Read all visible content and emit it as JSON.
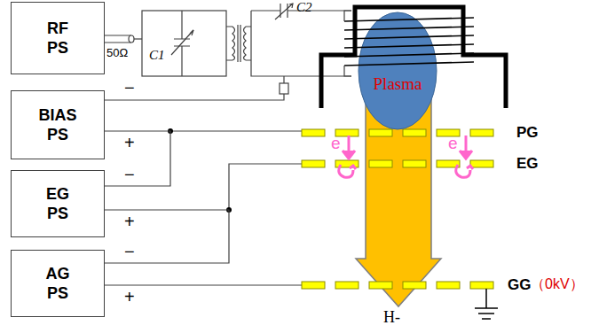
{
  "diagram": {
    "nodes": [
      {
        "text": [
          "RF PS"
        ]
      },
      {
        "text": [
          "BIAS PS"
        ]
      },
      {
        "text": [
          "EG PS"
        ]
      },
      {
        "text": [
          "AG PS"
        ]
      },
      {
        "text": [
          "Plasma"
        ]
      }
    ],
    "edges": [
      {
        "from": 1,
        "to": 2,
        "arrow": "none"
      },
      {
        "from": 2,
        "to": 3,
        "arrow": "none"
      }
    ],
    "labels": [
      "50Ω",
      "C1",
      "C2",
      "−",
      "+",
      "−",
      "+",
      "−",
      "+",
      "PG",
      "EG",
      "e",
      "e",
      "GG",
      "（0kV）",
      "H-"
    ]
  }
}
